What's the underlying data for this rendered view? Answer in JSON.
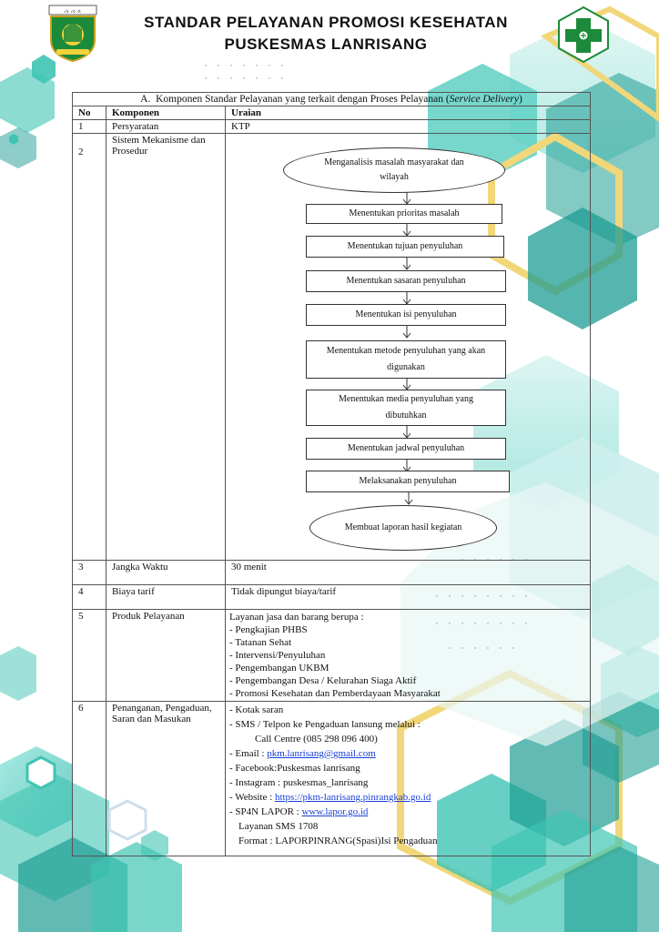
{
  "header": {
    "title_line1": "STANDAR PELAYANAN PROMOSI KESEHATAN",
    "title_line2": "PUSKESMAS LANRISANG",
    "left_logo": "regency-shield-emblem",
    "right_logo": "green-cross-health-icon"
  },
  "table": {
    "caption_letter": "A.",
    "caption_text": "Komponen Standar Pelayanan yang terkait dengan Proses Pelayanan (",
    "caption_italic": "Service Delivery",
    "caption_close": ")",
    "headers": [
      "No",
      "Komponen",
      "Uraian"
    ],
    "rows": [
      {
        "no": "1",
        "komponen": "Persyaratan",
        "uraian": "KTP"
      },
      {
        "no": "2",
        "komponen": "Sistem Mekanisme dan Prosedur"
      },
      {
        "no": "3",
        "komponen": "Jangka Waktu",
        "uraian": "30 menit"
      },
      {
        "no": "4",
        "komponen": "Biaya tarif",
        "uraian": "Tidak dipungut biaya/tarif"
      },
      {
        "no": "5",
        "komponen": "Produk Pelayanan"
      },
      {
        "no": "6",
        "komponen": "Penanganan, Pengaduan, Saran dan Masukan"
      }
    ]
  },
  "flowchart": {
    "start": "Menganalisis masalah masyarakat dan wilayah",
    "steps": [
      "Menentukan prioritas masalah",
      "Menentukan tujuan penyuluhan",
      "Menentukan sasaran penyuluhan",
      "Menentukan isi penyuluhan",
      "Menentukan metode penyuluhan yang akan digunakan",
      "Menentukan media penyuluhan yang dibutuhkan",
      "Menentukan jadwal penyuluhan",
      "Melaksanakan penyuluhan"
    ],
    "end": "Membuat laporan hasil kegiatan"
  },
  "produk": {
    "intro": "Layanan jasa dan barang berupa :",
    "items": [
      "- Pengkajian PHBS",
      "- Tatanan Sehat",
      "- Intervensi/Penyuluhan",
      "- Pengembangan UKBM",
      "- Pengembangan Desa / Kelurahan Siaga Aktif",
      "- Promosi Kesehatan dan Pemberdayaan Masyarakat"
    ]
  },
  "pengaduan": {
    "kotak": "-   Kotak saran",
    "sms": "-   SMS / Telpon ke Pengaduan lansung melalui :",
    "call_centre": "Call Centre  (085 298 096 400)",
    "email_label": "-   Email : ",
    "email": "pkm.lanrisang@gmail.com",
    "facebook": "-   Facebook:Puskesmas lanrisang",
    "instagram": "-   Instagram : puskesmas_lanrisang",
    "website_label": "-   Website : ",
    "website": "https://pkm-lanrisang.pinrangkab.go.id",
    "lapor_label": "-   SP4N LAPOR : ",
    "lapor": "www.lapor.go.id",
    "sms_lapor": "Layanan SMS 1708",
    "format": "Format : LAPORPINRANG(Spasi)Isi Pengaduan"
  },
  "colors": {
    "teal": "#3fc4b4",
    "teal_dark": "#1e9c93",
    "gold": "#f1d77a",
    "green_cross": "#1b8a3a"
  }
}
